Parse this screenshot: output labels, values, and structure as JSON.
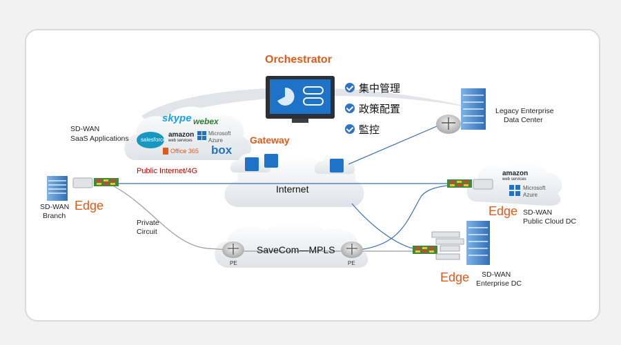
{
  "orchestrator": {
    "title": "Orchestrator",
    "features": [
      "集中管理",
      "政策配置",
      "監控"
    ]
  },
  "gateway": "Gateway",
  "saas": {
    "label_line1": "SD-WAN",
    "label_line2": "SaaS Applications",
    "logos": [
      "skype",
      "webex",
      "salesforce",
      "amazon",
      "web services",
      "Microsoft",
      "Azure",
      "Office 365",
      "box"
    ]
  },
  "public_internet": "Public Internet/4G",
  "internet": "Internet",
  "mpls": "SaveCom—MPLS",
  "pe_label": "PE",
  "private_circuit": [
    "Private",
    "Circuit"
  ],
  "edge_label": "Edge",
  "branch": [
    "SD-WAN",
    "Branch"
  ],
  "legacy_dc": [
    "Legacy Enterprise",
    "Data Center"
  ],
  "public_cloud": {
    "label": [
      "SD-WAN",
      "Public Cloud DC"
    ],
    "logos": [
      "amazon",
      "web services",
      "Microsoft",
      "Azure"
    ]
  },
  "enterprise_dc": [
    "SD-WAN",
    "Enterprise DC"
  ],
  "colors": {
    "accent_orange": "#e05a1a",
    "public_internet_red": "#c00000",
    "line_blue": "#3a6fb3",
    "line_grey": "#9a9a9a",
    "check_blue": "#2f73c8"
  }
}
